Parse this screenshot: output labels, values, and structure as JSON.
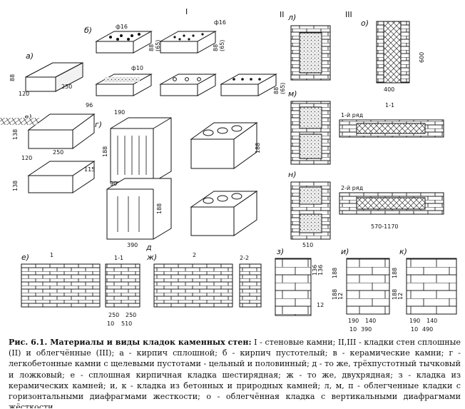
{
  "figure": {
    "section_labels": [
      "I",
      "II",
      "III"
    ],
    "part_labels": [
      "а)",
      "б)",
      "в)",
      "г)",
      "д",
      "е)",
      "ж)",
      "з)",
      "и)",
      "к)",
      "л)",
      "м)",
      "н)",
      "о)"
    ],
    "dimensions": {
      "a": [
        "88",
        "120",
        "250"
      ],
      "b": [
        "ф16",
        "ф16",
        "ф10",
        "88",
        "(65)",
        "88",
        "(65)",
        "88",
        "(65)"
      ],
      "v": [
        "96",
        "138",
        "120",
        "250",
        "115",
        "138"
      ],
      "g": [
        "190",
        "188",
        "390",
        "90",
        "188",
        "390",
        "188"
      ],
      "o": [
        "400",
        "600"
      ],
      "e": [
        "1",
        "1-1",
        "250",
        "250",
        "10",
        "510"
      ],
      "zh": [
        "2",
        "2-2",
        "136",
        "136",
        "12"
      ],
      "i": [
        "188",
        "12",
        "188",
        "190",
        "140",
        "10",
        "390"
      ],
      "k": [
        "188",
        "12",
        "188",
        "190",
        "140",
        "10",
        "490"
      ],
      "lmn": [
        "510",
        "1-1",
        "1-й ряд",
        "2-й ряд",
        "570-1170"
      ]
    }
  },
  "caption": {
    "title": "Рис. 6.1. Материалы и виды кладок каменных стен:",
    "text": " I - стеновые камни; II,III - кладки стен сплошные (II) и облегчённые (III); а - кирпич сплошной; б - кирпич пустотелый; в - керамические камни; г - легкобетонные камни с щелевыми пустотами - цельный и половинный; д - то же, трёхпустотный тычковый и ложковый; е - сплошная кирпичная кладка шестирядная; ж - то же, двухрядная; з - кладка из керамических камней; и, к - кладка из бетонных и природных камней; л, м, п - облегченные кладки с горизонтальными диафрагмами жесткости; о - облегчённая кладка с вертикальными диафрагмами жёсткости"
  }
}
